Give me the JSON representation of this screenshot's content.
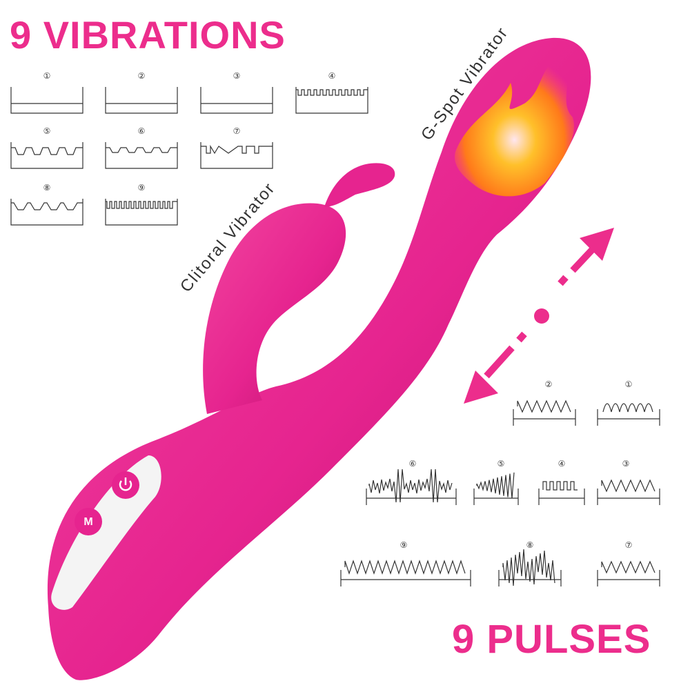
{
  "vibrations": {
    "title": "9 VIBRATIONS",
    "patterns": [
      {
        "label": "①",
        "kind": "flat"
      },
      {
        "label": "②",
        "kind": "flat"
      },
      {
        "label": "③",
        "kind": "flat"
      },
      {
        "label": "④",
        "kind": "dense-square"
      },
      {
        "label": "⑤",
        "kind": "step"
      },
      {
        "label": "⑥",
        "kind": "step-small"
      },
      {
        "label": "⑦",
        "kind": "mixed"
      },
      {
        "label": "⑧",
        "kind": "trapezoid"
      },
      {
        "label": "⑨",
        "kind": "fine-square"
      }
    ]
  },
  "pulses": {
    "title": "9 PULSES",
    "patterns": [
      {
        "label": "②",
        "kind": "zigzag"
      },
      {
        "label": "①",
        "kind": "wave"
      },
      {
        "label": "⑥",
        "kind": "burst"
      },
      {
        "label": "⑤",
        "kind": "ramp"
      },
      {
        "label": "④",
        "kind": "square-small"
      },
      {
        "label": "③",
        "kind": "zigzag"
      },
      {
        "label": "⑨",
        "kind": "zigzag-long"
      },
      {
        "label": "⑧",
        "kind": "spikes"
      },
      {
        "label": "⑦",
        "kind": "zigzag"
      }
    ]
  },
  "labels": {
    "clitoral": "Clitoral Vibrator",
    "gspot": "G-Spot Vibrator"
  },
  "buttons": {
    "power_icon": "power-icon",
    "mode_symbol": "M"
  },
  "colors": {
    "brand_pink": "#ec2d8c",
    "body_pink": "#e6248f",
    "body_dark": "#b8126b",
    "line": "#333333",
    "flame_orange": "#ffb020"
  }
}
